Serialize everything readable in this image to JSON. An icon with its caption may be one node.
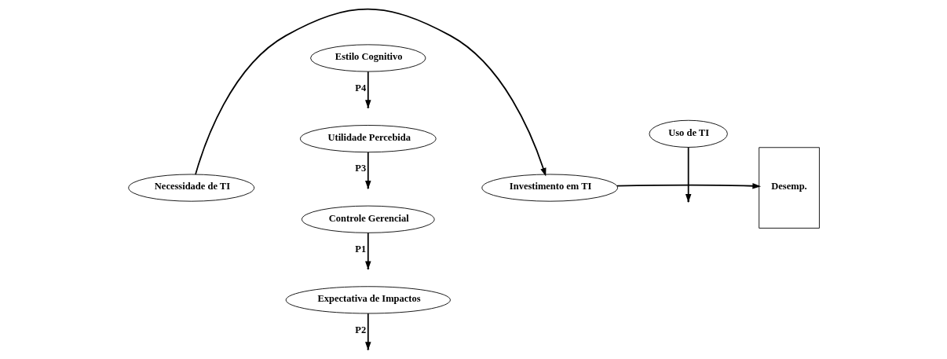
{
  "diagram": {
    "nodes": [
      {
        "text": [
          "Estilo Cognitivo"
        ]
      },
      {
        "text": [
          "Utilidade Percebida"
        ]
      },
      {
        "text": [
          "Necessidade de TI"
        ]
      },
      {
        "text": [
          "Investimento em TI"
        ]
      },
      {
        "text": [
          "Desemp."
        ]
      },
      {
        "text": [
          "Controle Gerencial"
        ]
      },
      {
        "text": [
          "Expectativa de Impactos"
        ]
      },
      {
        "text": [
          "Uso de TI"
        ]
      }
    ],
    "edges": [
      {
        "from": 2,
        "to": 3,
        "arrow": "to"
      },
      {
        "from": 0,
        "to": null,
        "arrow": "to",
        "label": "P4"
      },
      {
        "from": 1,
        "to": null,
        "arrow": "to",
        "label": "P3"
      },
      {
        "from": 5,
        "to": null,
        "arrow": "to",
        "label": "P1"
      },
      {
        "from": 6,
        "to": null,
        "arrow": "to",
        "label": "P2"
      },
      {
        "from": 3,
        "to": 4,
        "arrow": "to"
      },
      {
        "from": 7,
        "to": null,
        "arrow": "to"
      }
    ]
  }
}
